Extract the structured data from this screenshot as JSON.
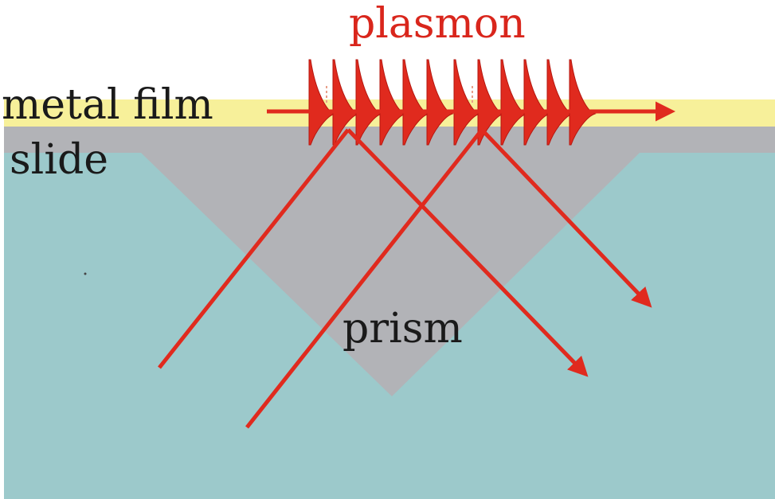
{
  "labels": {
    "plasmon": "plasmon",
    "metal_film": "metal film",
    "slide": "slide",
    "prism": "prism"
  },
  "colors": {
    "background": "#ffffff",
    "water": "#9cc9cb",
    "prism": "#b2b3b7",
    "metal_film": "#f7f09a",
    "beam": "#e02a1e",
    "label_dark": "#1a1a1a",
    "label_plasmon": "#d9261c"
  }
}
